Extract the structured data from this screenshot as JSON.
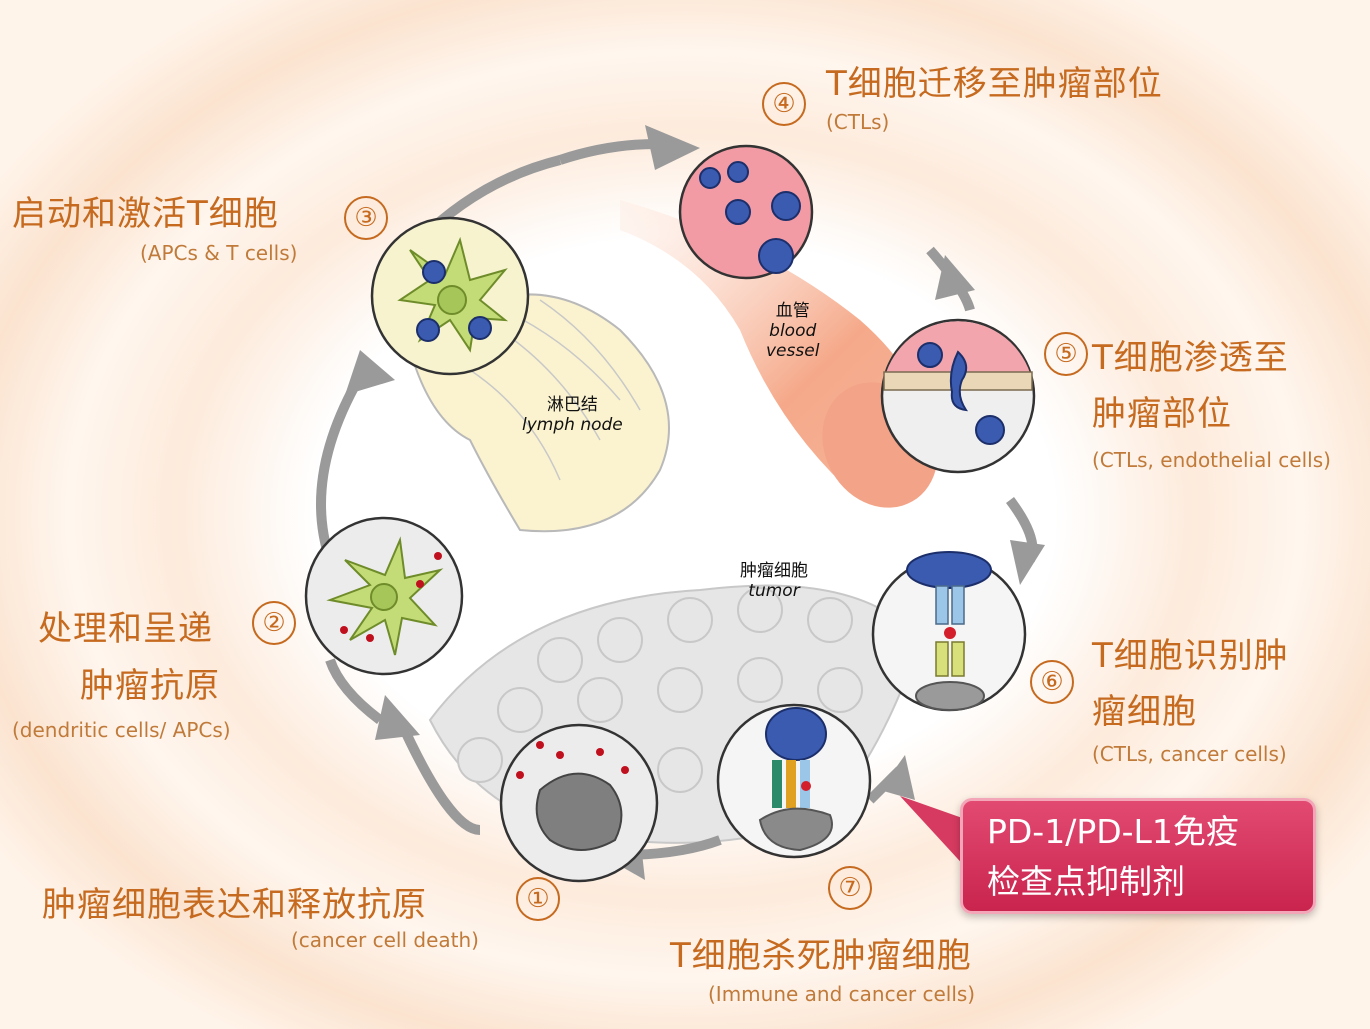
{
  "steps": [
    {
      "num": "①",
      "title": "肿瘤细胞表达和释放抗原",
      "sub": "(cancer cell death)"
    },
    {
      "num": "②",
      "title_line1": "处理和呈递",
      "title_line2": "肿瘤抗原",
      "sub": "(dendritic cells/ APCs)"
    },
    {
      "num": "③",
      "title": "启动和激活T细胞",
      "sub": "(APCs & T cells)"
    },
    {
      "num": "④",
      "title": "T细胞迁移至肿瘤部位",
      "sub": "(CTLs)"
    },
    {
      "num": "⑤",
      "title_line1": "T细胞渗透至",
      "title_line2": "肿瘤部位",
      "sub": "(CTLs, endothelial cells)"
    },
    {
      "num": "⑥",
      "title_line1": "T细胞识别肿",
      "title_line2": "瘤细胞",
      "sub": "(CTLs, cancer cells)"
    },
    {
      "num": "⑦",
      "title": "T细胞杀死肿瘤细胞",
      "sub": "(Immune and cancer cells)"
    }
  ],
  "center_labels": {
    "lymph_cn": "淋巴结",
    "lymph_en": "lymph node",
    "vessel_cn": "血管",
    "vessel_en1": "blood",
    "vessel_en2": "vessel",
    "tumor_cn": "肿瘤细胞",
    "tumor_en": "tumor"
  },
  "callout": {
    "line1": "PD-1/PD-L1免疫",
    "line2": "检查点抑制剂"
  },
  "colors": {
    "accent": "#c56a1f",
    "callout": "#d63a60",
    "tcell": "#3a5bb0",
    "apc": "#b8d46a"
  }
}
